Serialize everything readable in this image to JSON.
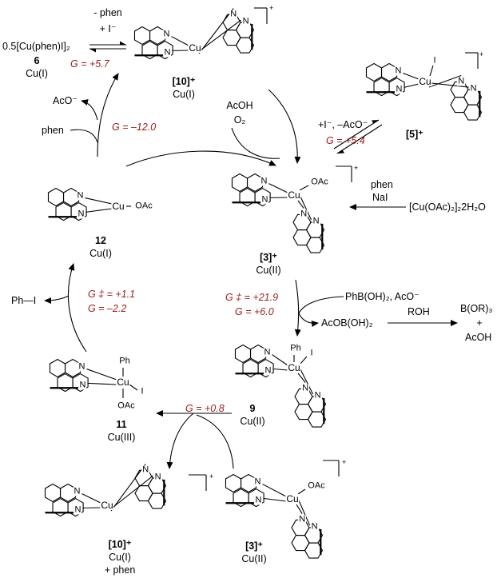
{
  "colors": {
    "energy": "#9a1e1e",
    "line": "#000000"
  },
  "labels": {
    "minus_phen": "- phen",
    "plus_iodide": "+ I⁻",
    "dimer": "0.5[Cu(phen)I]₂",
    "c6_num": "6",
    "c6_ox": "Cu(I)",
    "g_6_10": "G = +5.7",
    "c10_num": "[10]⁺",
    "c10_ox": "Cu(I)",
    "acoh": "AcOH",
    "o2": "O₂",
    "aco_minus": "AcO⁻",
    "phen": "phen",
    "g_12_cycle": "G = –12.0",
    "iodide_exchange": "+I⁻, –AcO⁻",
    "g_3_5": "G = +5.4",
    "c5_num": "[5]⁺",
    "phen_nai": "phen\nNaI",
    "phen_label": "phen",
    "nai_label": "NaI",
    "cu_acetate": "[Cu(OAc)₂]₂2H₂O",
    "c12_num": "12",
    "c12_ox": "Cu(I)",
    "c3_num": "[3]⁺",
    "c3_ox": "Cu(II)",
    "phi": "Ph—I",
    "g_ts_11_12": "G ‡ = +1.1",
    "g_11_12": "G = –2.2",
    "g_ts_3_9": "G ‡ = +21.9",
    "g_3_9": "G = +6.0",
    "boronic": "PhB(OH)₂, AcO⁻",
    "acob": "AcOB(OH)₂",
    "roh": "ROH",
    "bor3": "B(OR)₃",
    "plus": "+",
    "acoh2": "AcOH",
    "c9_num": "9",
    "c9_ox": "Cu(II)",
    "g_9_11": "G = +0.8",
    "c11_num": "11",
    "c11_ox": "Cu(III)",
    "c10b_num": "[10]⁺",
    "c10b_ox": "Cu(I)",
    "c10b_phen": "+ phen",
    "c3b_num": "[3]⁺",
    "c3b_ox": "Cu(II)",
    "charge": "+",
    "atoms": {
      "n": "N",
      "cu": "Cu",
      "i": "I",
      "oac": "OAc",
      "ph": "Ph"
    }
  }
}
